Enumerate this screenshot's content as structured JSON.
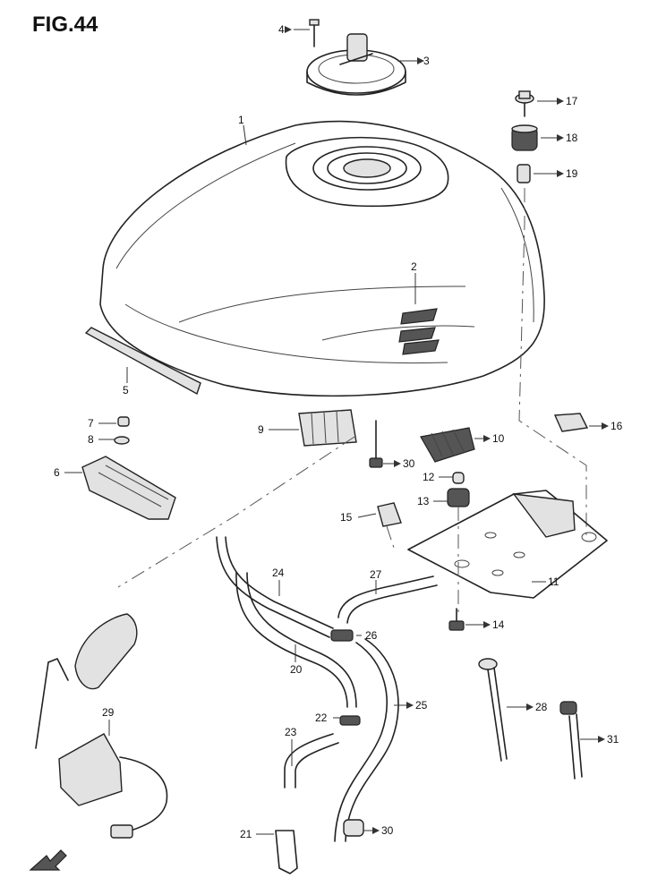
{
  "figure": {
    "title": "FIG.44"
  },
  "callouts": {
    "c1": "1",
    "c2": "2",
    "c3": "3",
    "c4": "4",
    "c5": "5",
    "c6": "6",
    "c7": "7",
    "c8": "8",
    "c9": "9",
    "c10": "10",
    "c11": "11",
    "c12": "12",
    "c13": "13",
    "c14": "14",
    "c15": "15",
    "c16": "16",
    "c17": "17",
    "c18": "18",
    "c19": "19",
    "c20": "20",
    "c21": "21",
    "c22": "22",
    "c23": "23",
    "c24": "24",
    "c25": "25",
    "c26": "26",
    "c27": "27",
    "c28": "28",
    "c29": "29",
    "c30a": "30",
    "c30b": "30",
    "c31": "31"
  },
  "icons": {
    "front_direction": "front-arrow-icon"
  }
}
